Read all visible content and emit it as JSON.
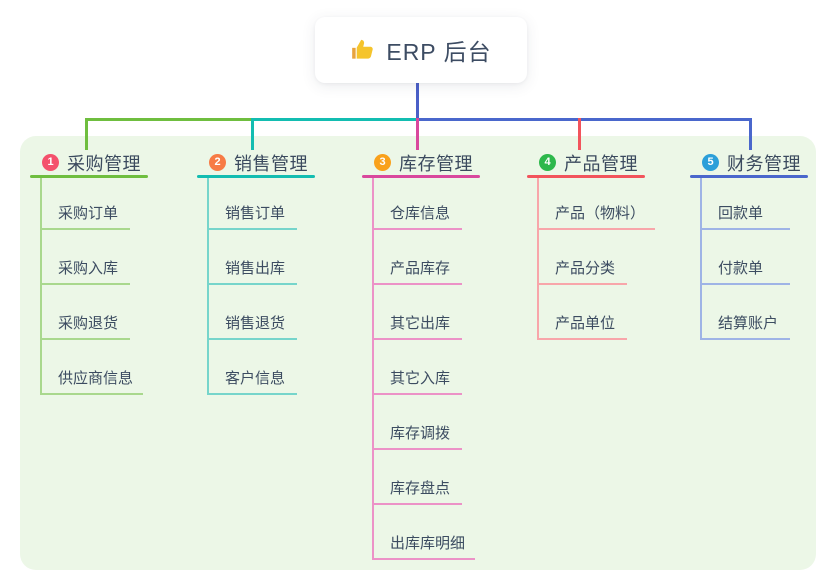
{
  "root": {
    "icon": "thumbs-up-icon",
    "title": "ERP 后台"
  },
  "canvas": {
    "background": "#ffffff",
    "panel_background": "#ECF7E7"
  },
  "trunk_color": "#4A5FC8",
  "branches": [
    {
      "badge": "1",
      "badge_color": "#F4516C",
      "title": "采购管理",
      "line_color": "#6FBE3F",
      "child_line_color": "#A9D88D",
      "children": [
        "采购订单",
        "采购入库",
        "采购退货",
        "供应商信息"
      ]
    },
    {
      "badge": "2",
      "badge_color": "#F77B45",
      "title": "销售管理",
      "line_color": "#13BDB1",
      "child_line_color": "#76D5CB",
      "children": [
        "销售订单",
        "销售出库",
        "销售退货",
        "客户信息"
      ]
    },
    {
      "badge": "3",
      "badge_color": "#F9A11B",
      "title": "库存管理",
      "line_color": "#D9489D",
      "child_line_color": "#EC92C7",
      "children": [
        "仓库信息",
        "产品库存",
        "其它出库",
        "其它入库",
        "库存调拨",
        "库存盘点",
        "出库库明细"
      ]
    },
    {
      "badge": "4",
      "badge_color": "#2DB84B",
      "title": "产品管理",
      "line_color": "#F2545C",
      "child_line_color": "#F8A6AA",
      "children": [
        "产品（物料）",
        "产品分类",
        "产品单位"
      ]
    },
    {
      "badge": "5",
      "badge_color": "#2B9FD9",
      "title": "财务管理",
      "line_color": "#4A67CC",
      "child_line_color": "#9FB4E6",
      "children": [
        "回款单",
        "付款单",
        "结算账户"
      ]
    }
  ]
}
